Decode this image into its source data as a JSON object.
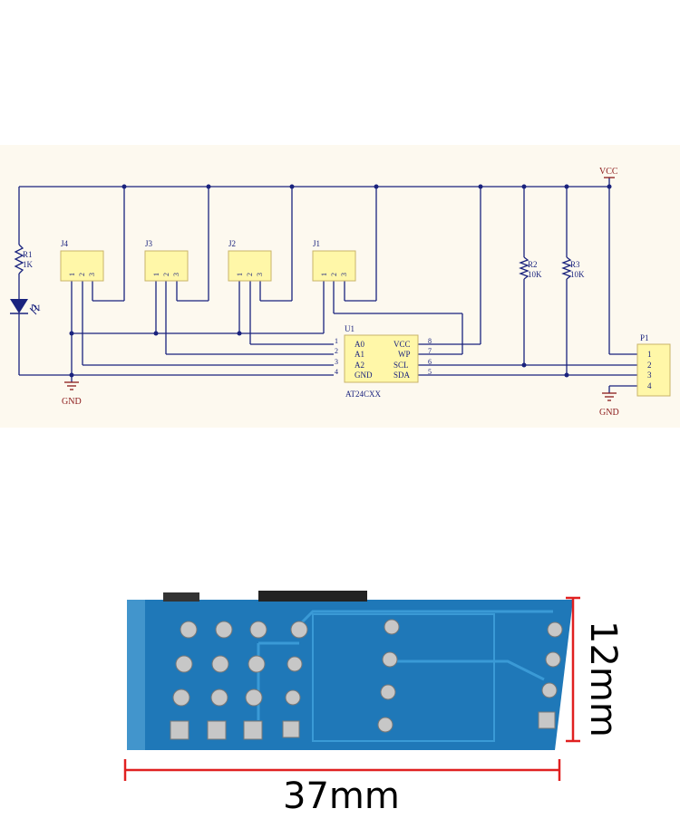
{
  "colors": {
    "panel_bg": "#fdf9ef",
    "wire": "#1a237e",
    "header_fill": "#fff7a8",
    "pcb_blue": "#1f78b8",
    "dimension_red": "#e02020"
  },
  "schematic": {
    "power_label": "VCC",
    "ground_label": "GND",
    "resistors": [
      {
        "ref": "R1",
        "value": "1K"
      },
      {
        "ref": "R2",
        "value": "10K"
      },
      {
        "ref": "R3",
        "value": "10K"
      }
    ],
    "led": {
      "ref": "D1"
    },
    "jumpers": [
      {
        "ref": "J4",
        "pins": [
          "1",
          "2",
          "3"
        ]
      },
      {
        "ref": "J3",
        "pins": [
          "1",
          "2",
          "3"
        ]
      },
      {
        "ref": "J2",
        "pins": [
          "1",
          "2",
          "3"
        ]
      },
      {
        "ref": "J1",
        "pins": [
          "1",
          "2",
          "3"
        ]
      }
    ],
    "ic": {
      "ref": "U1",
      "part": "AT24CXX",
      "left_pins": [
        {
          "num": "1",
          "name": "A0"
        },
        {
          "num": "2",
          "name": "A1"
        },
        {
          "num": "3",
          "name": "A2"
        },
        {
          "num": "4",
          "name": "GND"
        }
      ],
      "right_pins": [
        {
          "num": "8",
          "name": "VCC"
        },
        {
          "num": "7",
          "name": "WP"
        },
        {
          "num": "6",
          "name": "SCL"
        },
        {
          "num": "5",
          "name": "SDA"
        }
      ]
    },
    "connector": {
      "ref": "P1",
      "pins": [
        "1",
        "2",
        "3",
        "4"
      ]
    }
  },
  "photo": {
    "width_label": "37mm",
    "height_label": "12mm"
  }
}
